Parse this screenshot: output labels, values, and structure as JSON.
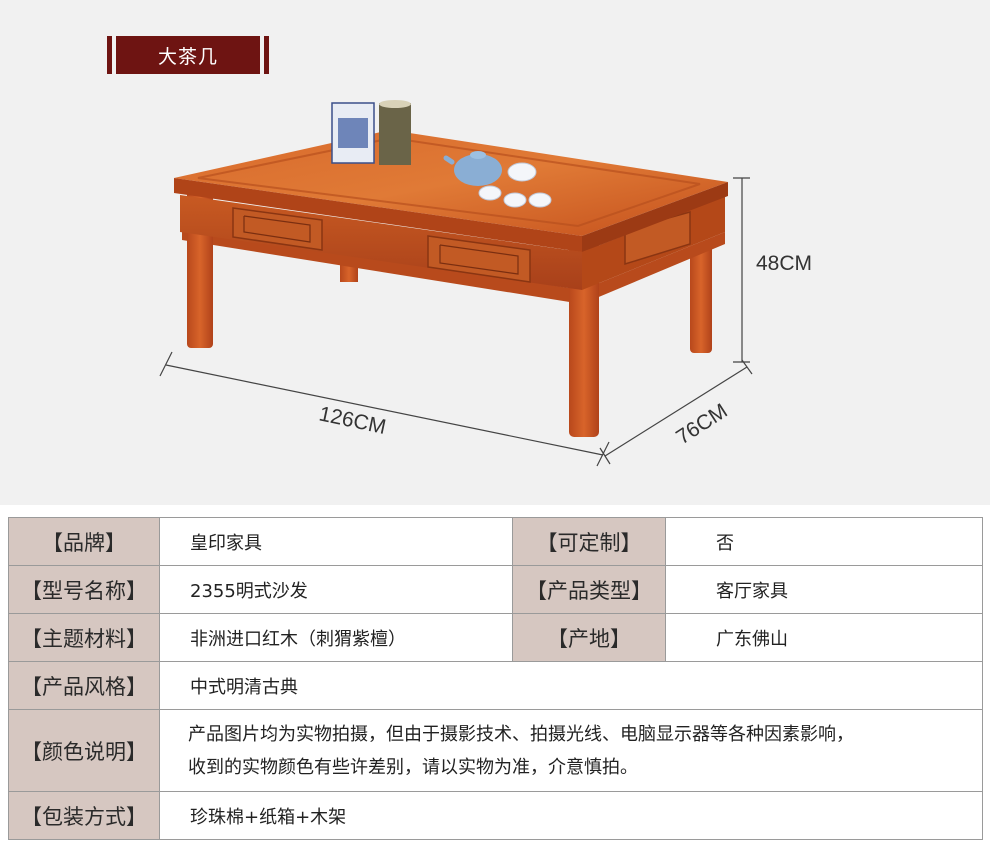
{
  "header": {
    "title": "大茶几"
  },
  "dimensions": {
    "length": "126CM",
    "width": "76CM",
    "height": "48CM"
  },
  "colors": {
    "wood": "#c8501c",
    "tag": "#6e1412",
    "label_bg": "#d6c7c1"
  },
  "specs": {
    "brand_label": "【品牌】",
    "brand_value": "皇印家具",
    "custom_label": "【可定制】",
    "custom_value": "否",
    "model_label": "【型号名称】",
    "model_value": "2355明式沙发",
    "type_label": "【产品类型】",
    "type_value": "客厅家具",
    "material_label": "【主题材料】",
    "material_value": "非洲进口红木（刺猬紫檀）",
    "origin_label": "【产地】",
    "origin_value": "广东佛山",
    "style_label": "【产品风格】",
    "style_value": "中式明清古典",
    "color_label": "【颜色说明】",
    "color_value_line1": "产品图片均为实物拍摄，但由于摄影技术、拍摄光线、电脑显示器等各种因素影响，",
    "color_value_line2": "收到的实物颜色有些许差别，请以实物为准，介意慎拍。",
    "package_label": "【包装方式】",
    "package_value": "珍珠棉+纸箱+木架"
  }
}
